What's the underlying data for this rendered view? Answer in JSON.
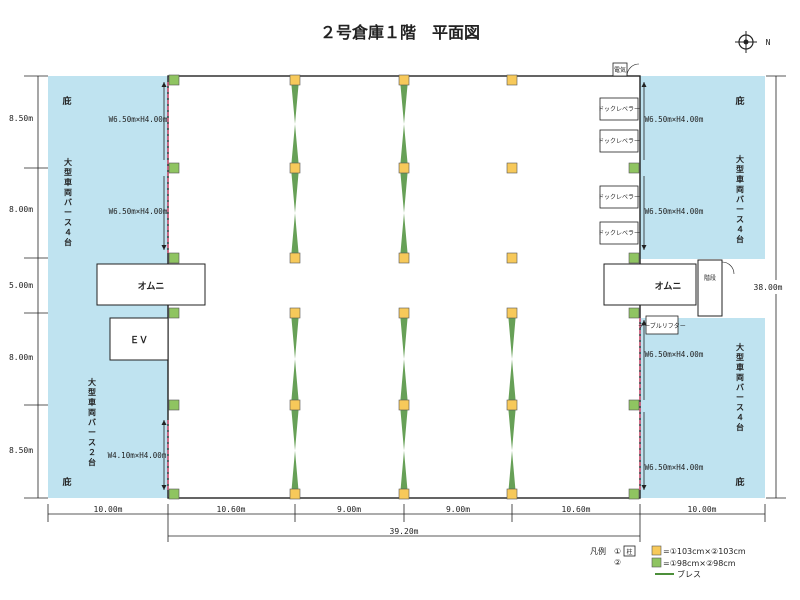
{
  "title": "２号倉庫１階　平面図",
  "north_label": "N",
  "yard_left_top": "庇",
  "yard_left_bottom": "庇",
  "yard_right_top": "庇",
  "yard_right_bottom": "庇",
  "parking_left_bottom": "大型車両バース２台",
  "parking_left_top": "大型車両バース４台",
  "parking_right_top": "大型車両バース４台",
  "parking_right_bottom": "大型車両バース４台",
  "omni_label": "オムニ",
  "ev_label": "ＥＶ",
  "stairs_label": "階段",
  "table_lift_label": "テーブルリフター",
  "dock_leveler_label": "ドックレベラー",
  "small_room_label": "電気",
  "doors": {
    "left_top": "W6.50m×H4.00m",
    "left_mid": "W6.50m×H4.00m",
    "left_bottom": "W4.10m×H4.00m",
    "right_1": "W6.50m×H4.00m",
    "right_2": "W6.50m×H4.00m",
    "right_3": "W6.50m×H4.00m",
    "right_4": "W6.50m×H4.00m"
  },
  "dims_left": [
    "8.50m",
    "8.00m",
    "5.00m",
    "8.00m",
    "8.50m"
  ],
  "dim_right_total": "38.00m",
  "dims_bottom": [
    "10.00m",
    "10.60m",
    "9.00m",
    "9.00m",
    "10.60m",
    "10.00m"
  ],
  "dim_bottom_total": "39.20m",
  "legend": {
    "title": "凡例",
    "col_glyph": "柱",
    "num1": "①",
    "num2": "②",
    "yellow_text": "=①103cm×②103cm",
    "green_text": "=①98cm×②98cm",
    "brace_text": "ブレス"
  },
  "colors": {
    "yard": "#bfe3f0",
    "column_yellow": "#f7c95a",
    "column_green": "#8fc461",
    "brace": "#4c8f3a",
    "door_dash": "#e0567a"
  }
}
